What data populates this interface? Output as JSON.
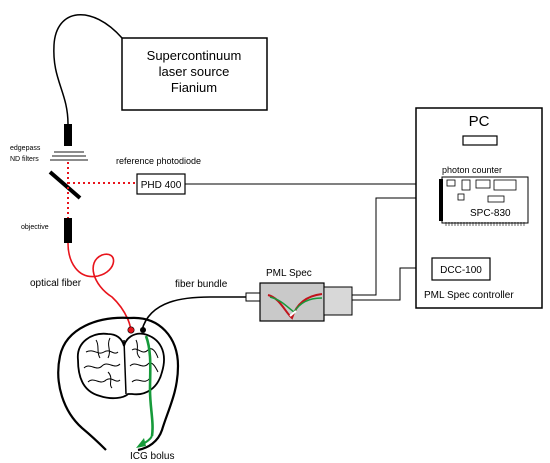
{
  "labels": {
    "laser_source": [
      "Supercontinuum",
      "laser source",
      "Fianium"
    ],
    "pc": "PC",
    "edgepass_filters": [
      "edgepass",
      "ND filters"
    ],
    "reference_photodiode": "reference photodiode",
    "phd400": "PHD 400",
    "photon_counter": "photon counter",
    "spc830": "SPC-830",
    "objective": "objective",
    "dcc100": "DCC-100",
    "optical_fiber": "optical fiber",
    "fiber_bundle": "fiber bundle",
    "pml_spec": "PML Spec",
    "pml_spec_controller": "PML Spec controller",
    "icg_bolus": "ICG bolus"
  },
  "colors": {
    "laser_red": "#e8141c",
    "icg_green": "#169a3a",
    "box_gray": "#c9c9c9",
    "filter_gray": "#8c8c8c"
  }
}
